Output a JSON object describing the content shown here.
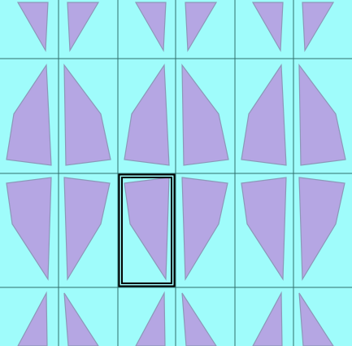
{
  "colors": {
    "background": "#9ffcfb",
    "shape_fill": "#b5a6e3",
    "shape_stroke": "#8c97b8",
    "grid_line": "#2f6f6c",
    "selection_outline": "#000000"
  },
  "board": {
    "columns": 6,
    "rows_visible": 4,
    "selected_tile": {
      "row": 2,
      "col": 2
    }
  }
}
